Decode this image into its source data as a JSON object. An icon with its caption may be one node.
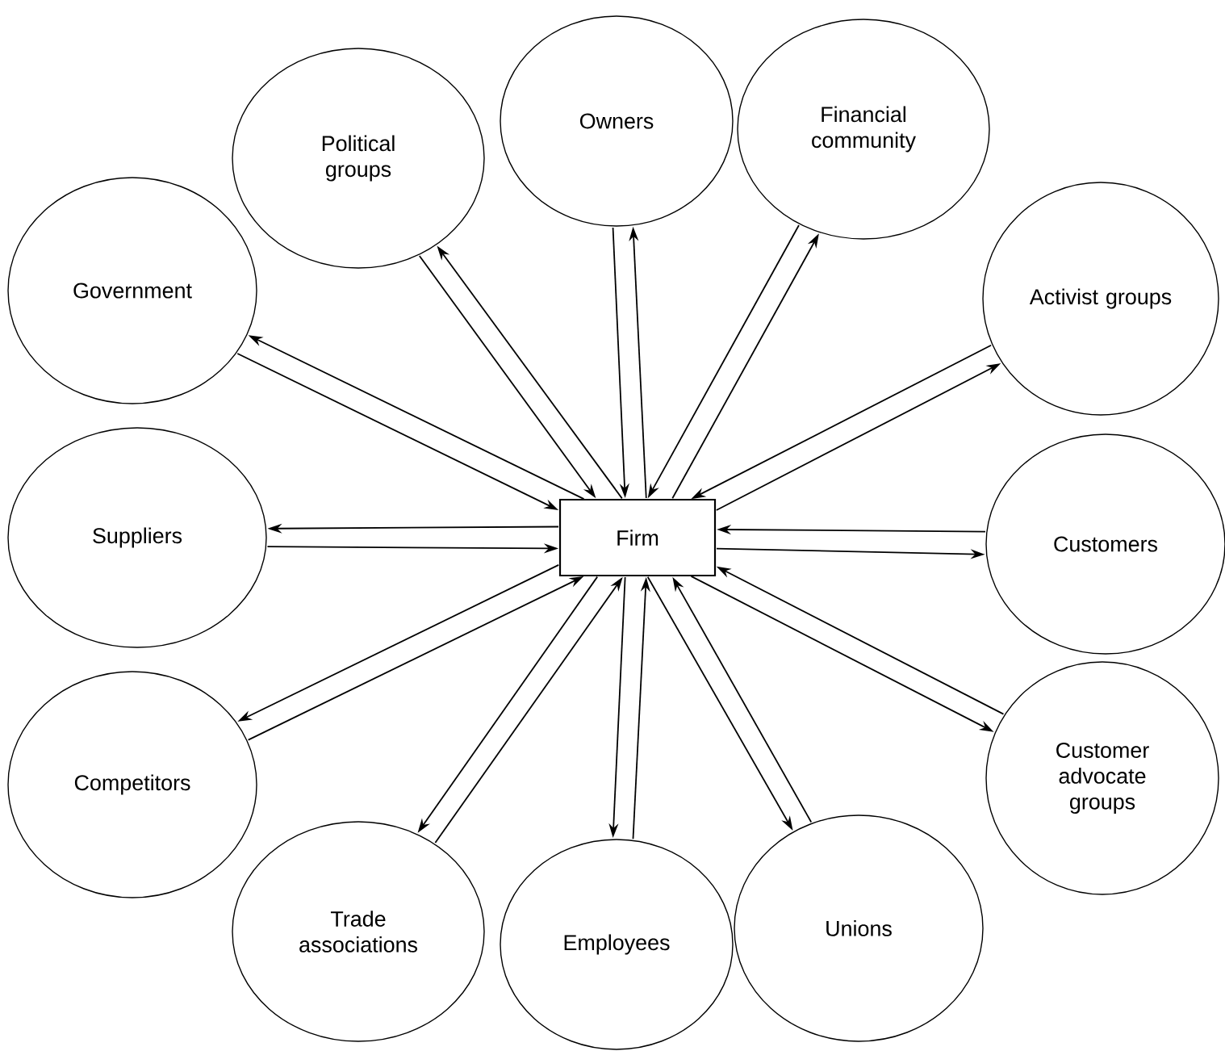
{
  "diagram": {
    "nodes": [
      {
        "text": [
          "Political groups"
        ]
      },
      {
        "text": [
          "Owners"
        ]
      },
      {
        "text": [
          "Financial community"
        ]
      },
      {
        "text": [
          "Government"
        ]
      },
      {
        "text": [
          "Activist groups"
        ]
      },
      {
        "text": [
          "Suppliers"
        ]
      },
      {
        "text": [
          "Firm"
        ]
      },
      {
        "text": [
          "Customers"
        ]
      },
      {
        "text": [
          "Competitors"
        ]
      },
      {
        "text": [
          "Customer advocate groups"
        ]
      },
      {
        "text": [
          "Trade associations"
        ]
      },
      {
        "text": [
          "Employees"
        ]
      },
      {
        "text": [
          "Unions"
        ]
      }
    ],
    "edges": [
      {
        "from": 0,
        "to": 6,
        "arrow": "to"
      },
      {
        "from": 6,
        "to": 0,
        "arrow": "to"
      },
      {
        "from": 1,
        "to": 6,
        "arrow": "to"
      },
      {
        "from": 6,
        "to": 1,
        "arrow": "to"
      },
      {
        "from": 2,
        "to": 6,
        "arrow": "to"
      },
      {
        "from": 6,
        "to": 2,
        "arrow": "to"
      },
      {
        "from": 3,
        "to": 6,
        "arrow": "to"
      },
      {
        "from": 6,
        "to": 3,
        "arrow": "to"
      },
      {
        "from": 4,
        "to": 6,
        "arrow": "to"
      },
      {
        "from": 6,
        "to": 4,
        "arrow": "to"
      },
      {
        "from": 5,
        "to": 6,
        "arrow": "to"
      },
      {
        "from": 6,
        "to": 5,
        "arrow": "to"
      },
      {
        "from": 7,
        "to": 6,
        "arrow": "to"
      },
      {
        "from": 6,
        "to": 7,
        "arrow": "to"
      },
      {
        "from": 8,
        "to": 6,
        "arrow": "to"
      },
      {
        "from": 6,
        "to": 8,
        "arrow": "to"
      },
      {
        "from": 9,
        "to": 6,
        "arrow": "to"
      },
      {
        "from": 6,
        "to": 9,
        "arrow": "to"
      },
      {
        "from": 10,
        "to": 6,
        "arrow": "to"
      },
      {
        "from": 6,
        "to": 10,
        "arrow": "to"
      },
      {
        "from": 11,
        "to": 6,
        "arrow": "to"
      },
      {
        "from": 6,
        "to": 11,
        "arrow": "to"
      },
      {
        "from": 12,
        "to": 6,
        "arrow": "to"
      },
      {
        "from": 6,
        "to": 12,
        "arrow": "to"
      }
    ]
  }
}
